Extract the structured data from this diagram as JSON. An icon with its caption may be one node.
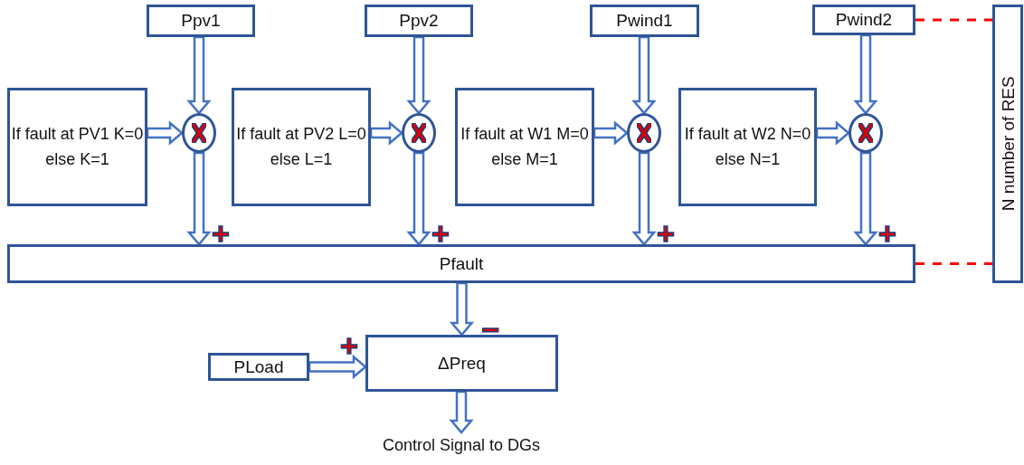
{
  "diagram": {
    "nodes": [
      {
        "text": [
          "Ppv1"
        ]
      },
      {
        "text": [
          "Ppv2"
        ]
      },
      {
        "text": [
          "Pwind1"
        ]
      },
      {
        "text": [
          "Pwind2"
        ]
      },
      {
        "text": [
          "N number of RES"
        ]
      },
      {
        "text": [
          "If fault at PV1 K=0 else K=1"
        ]
      },
      {
        "text": [],
        "shape": "circle"
      },
      {
        "text": [
          "If fault at PV2 L=0 else L=1"
        ]
      },
      {
        "text": [],
        "shape": "circle"
      },
      {
        "text": [
          "If fault at W1 M=0 else M=1"
        ]
      },
      {
        "text": [],
        "shape": "circle"
      },
      {
        "text": [
          "If fault at W2 N=0 else N=1"
        ]
      },
      {
        "text": [],
        "shape": "circle"
      },
      {
        "text": [
          "Pfault"
        ]
      },
      {
        "text": [
          "PLoad"
        ]
      },
      {
        "text": [
          "ΔPreq"
        ]
      },
      {
        "text": [
          "Control Signal to DGs"
        ]
      }
    ],
    "edges": [
      {
        "from": 0,
        "to": 6,
        "arrow": "to"
      },
      {
        "from": 5,
        "to": 6,
        "arrow": "to"
      },
      {
        "from": 6,
        "to": 13,
        "arrow": "to",
        "label": "+"
      },
      {
        "from": 1,
        "to": 8,
        "arrow": "to"
      },
      {
        "from": 7,
        "to": 8,
        "arrow": "to"
      },
      {
        "from": 8,
        "to": 13,
        "arrow": "to",
        "label": "+"
      },
      {
        "from": 2,
        "to": 10,
        "arrow": "to"
      },
      {
        "from": 9,
        "to": 10,
        "arrow": "to"
      },
      {
        "from": 10,
        "to": 13,
        "arrow": "to",
        "label": "+"
      },
      {
        "from": 3,
        "to": 12,
        "arrow": "to"
      },
      {
        "from": 11,
        "to": 12,
        "arrow": "to"
      },
      {
        "from": 12,
        "to": 13,
        "arrow": "to",
        "label": "+"
      },
      {
        "from": 3,
        "to": 4,
        "arrow": "none",
        "style": "dashed",
        "color": "#ff0000"
      },
      {
        "from": 13,
        "to": 4,
        "arrow": "none",
        "style": "dashed",
        "color": "#ff0000"
      },
      {
        "from": 13,
        "to": 15,
        "arrow": "to",
        "label": "−"
      },
      {
        "from": 14,
        "to": 15,
        "arrow": "to",
        "label": "+"
      },
      {
        "from": 15,
        "to": 16,
        "arrow": "to"
      }
    ]
  }
}
